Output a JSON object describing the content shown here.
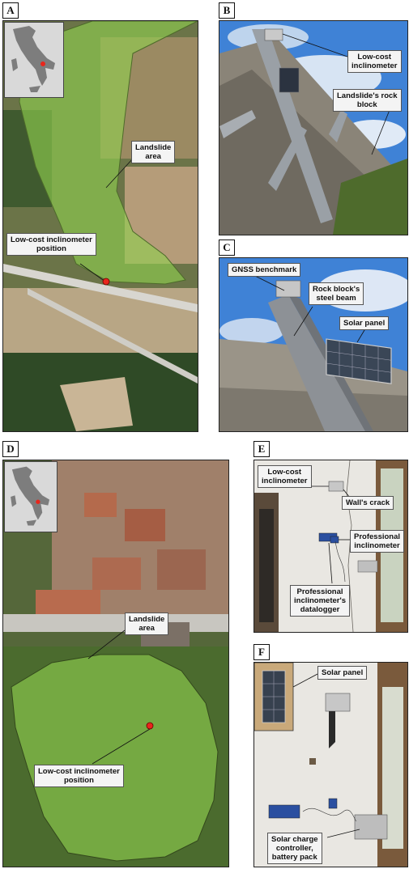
{
  "panels": {
    "a": {
      "label": "A",
      "annotations": {
        "landslide_area": "Landslide\narea",
        "inclinometer_position": "Low-cost inclinometer\nposition"
      }
    },
    "b": {
      "label": "B",
      "annotations": {
        "lowcost_inclinometer": "Low-cost\ninclinometer",
        "rock_block": "Landslide's rock\nblock"
      }
    },
    "c": {
      "label": "C",
      "annotations": {
        "gnss_benchmark": "GNSS benchmark",
        "steel_beam": "Rock block's\nsteel beam",
        "solar_panel": "Solar panel"
      }
    },
    "d": {
      "label": "D",
      "annotations": {
        "landslide_area": "Landslide\narea",
        "inclinometer_position": "Low-cost inclinometer\nposition"
      }
    },
    "e": {
      "label": "E",
      "annotations": {
        "lowcost_inclinometer": "Low-cost\ninclinometer",
        "walls_crack": "Wall's crack",
        "professional_inclinometer": "Professional\ninclinometer",
        "datalogger": "Professional\ninclinometer's\ndatalogger"
      }
    },
    "f": {
      "label": "F",
      "annotations": {
        "solar_panel": "Solar panel",
        "charge_controller": "Solar charge\ncontroller,\nbattery pack"
      }
    }
  },
  "colors": {
    "landslide_overlay": "#8fd14f",
    "marker": "#e8261c",
    "sky": "#3f82d6",
    "wall": "#e9e7e2"
  }
}
